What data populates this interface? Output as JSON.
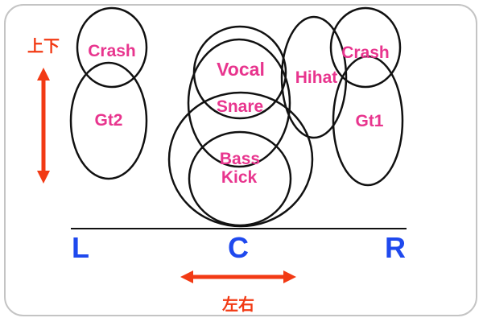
{
  "colors": {
    "instrument_label": "#e8358e",
    "position_label": "#1f49ee",
    "arrow": "#f23a14",
    "ellipse_stroke": "#111111",
    "frame_border": "#c4c4c4"
  },
  "instruments": {
    "crash_left": "Crash",
    "gt2": "Gt2",
    "vocal": "Vocal",
    "snare": "Snare",
    "bass": "Bass",
    "kick": "Kick",
    "hihat": "Hihat",
    "crash_right": "Crash",
    "gt1": "Gt1"
  },
  "axis": {
    "left": "L",
    "center": "C",
    "right": "R",
    "vertical_label": "上下",
    "horizontal_label": "左右"
  }
}
